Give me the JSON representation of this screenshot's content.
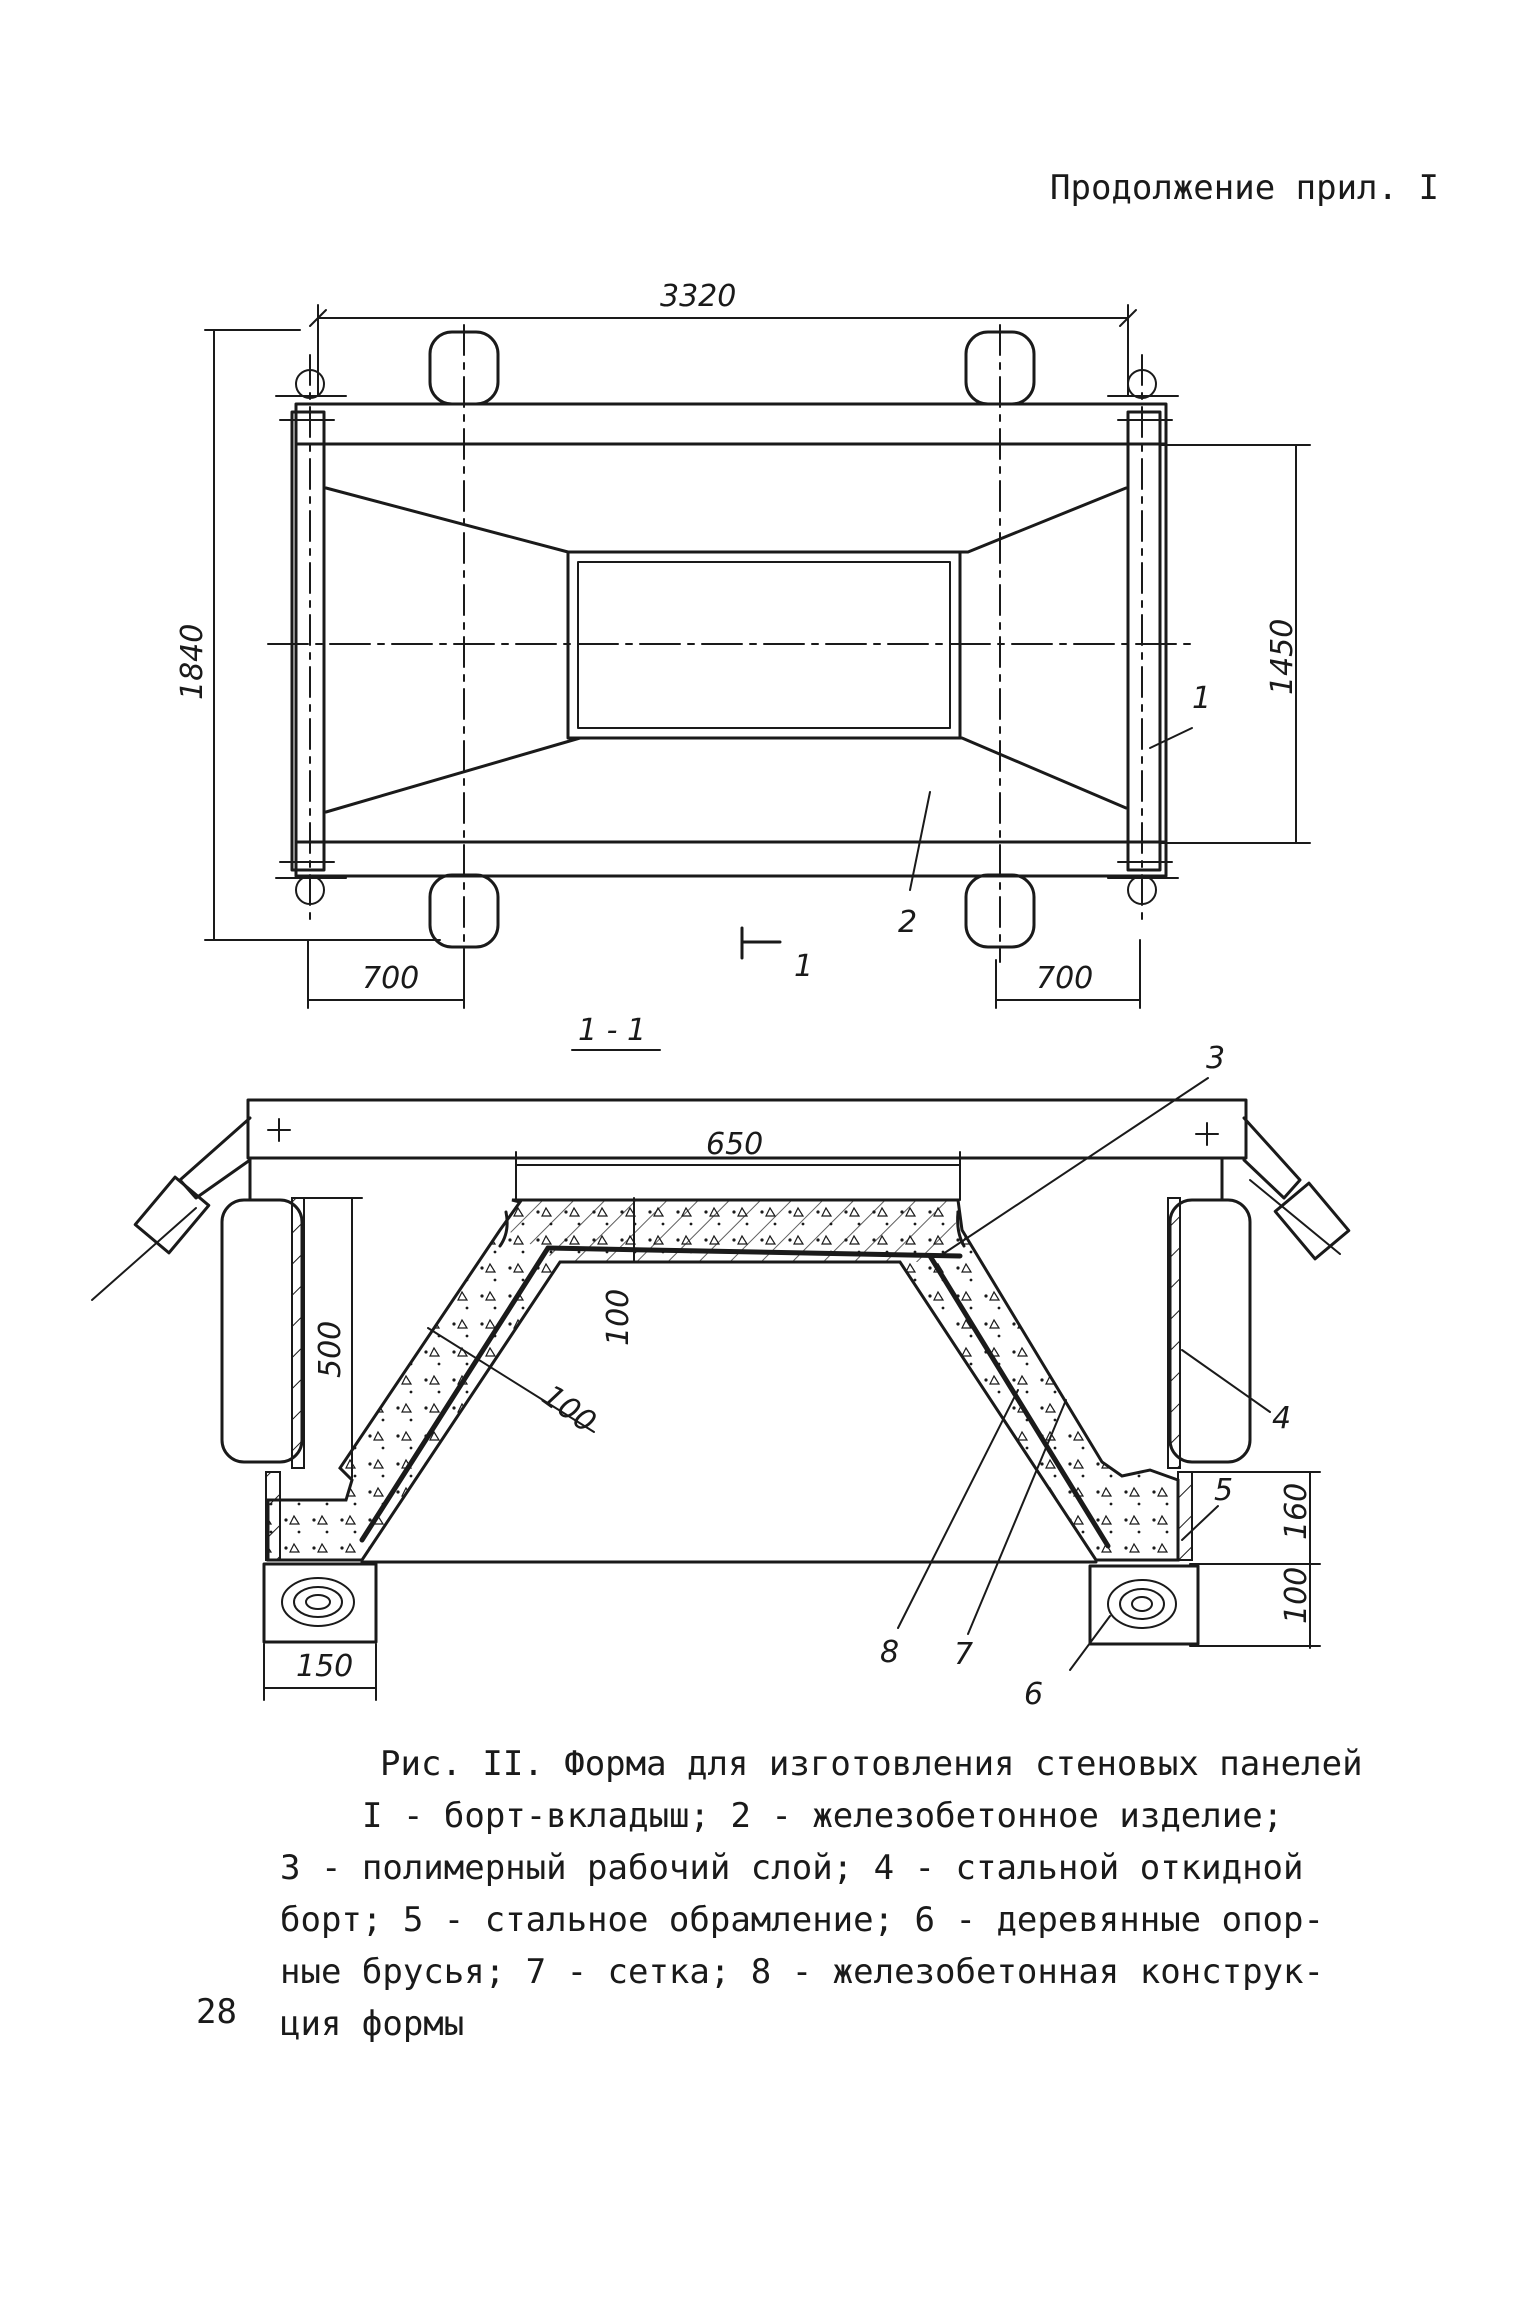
{
  "header": {
    "text": "Продолжение прил. I"
  },
  "plan": {
    "dim_length": "3320",
    "dim_height": "1840",
    "dim_inner_height": "1450",
    "dim_left_700": "700",
    "dim_right_700": "700",
    "label_1": "1",
    "label_2": "2",
    "section_mark": "1"
  },
  "section": {
    "title": "1 - 1",
    "dim_650": "650",
    "dim_500": "500",
    "dim_100_diag": "100",
    "dim_100_vert": "100",
    "dim_160": "160",
    "dim_100_right": "100",
    "dim_150": "150",
    "labels": {
      "l3": "3",
      "l4": "4",
      "l5": "5",
      "l6": "6",
      "l7": "7",
      "l8": "8"
    }
  },
  "caption": {
    "title": "Рис. II. Форма для изготовления стеновых панелей",
    "lines": [
      "I - борт-вкладыш; 2 - железобетонное изделие;",
      "3 - полимерный рабочий слой; 4 - стальной откидной",
      "борт; 5 - стальное обрамление; 6 - деревянные опор-",
      "ные брусья; 7 - сетка; 8 - железобетонная конструк-",
      "ция формы"
    ]
  },
  "page_number": "28"
}
